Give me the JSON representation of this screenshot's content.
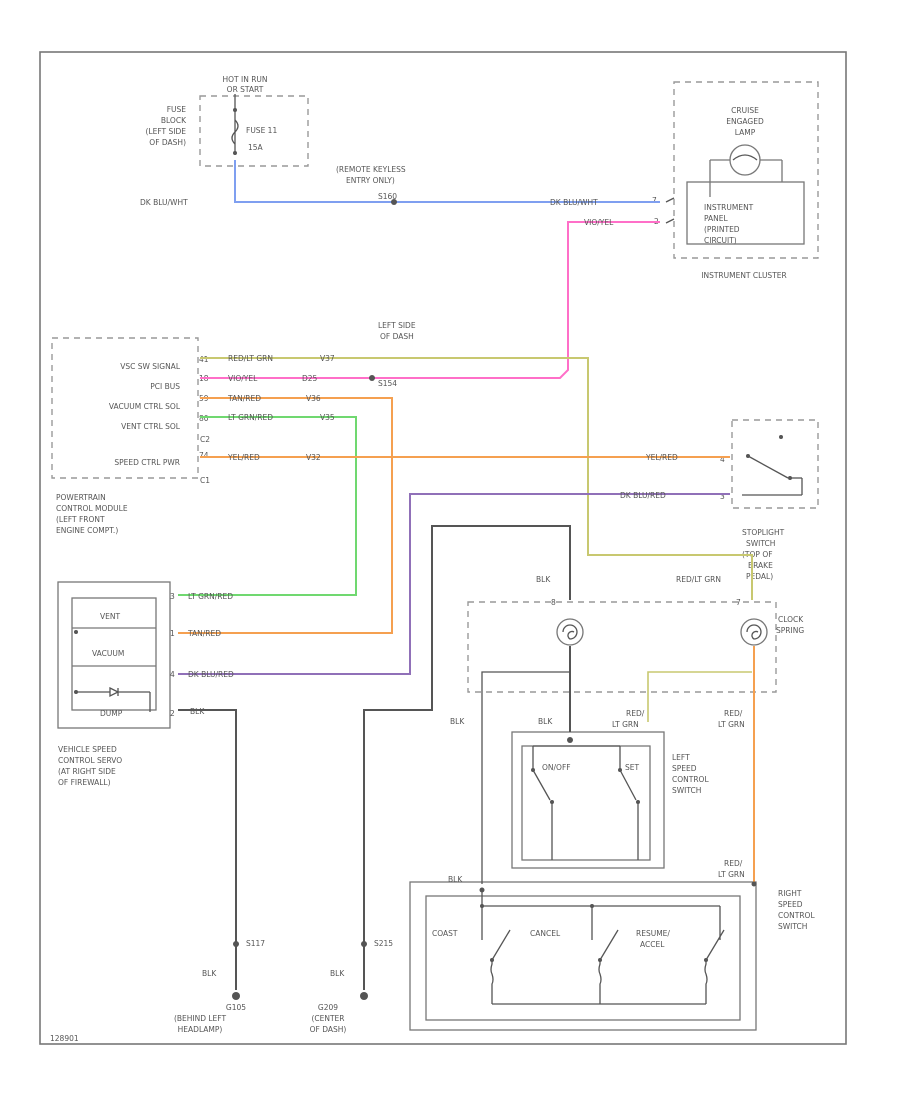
{
  "colors": {
    "frame": "#777777",
    "blue": "#7f9ff0",
    "pink": "#ff6fc8",
    "olive": "#c8c870",
    "orange": "#f5a050",
    "green": "#70d870",
    "purple": "#9070b8",
    "black": "#555555"
  },
  "fuse_block": {
    "header_1": "HOT IN RUN",
    "header_2": "OR START",
    "side_1": "FUSE",
    "side_2": "BLOCK",
    "side_3": "(LEFT SIDE",
    "side_4": "OF DASH)",
    "fuse_name": "FUSE 11",
    "fuse_amps": "15A"
  },
  "wires": {
    "dk_blu_wht_left": "DK BLU/WHT",
    "dk_blu_wht_right": "DK BLU/WHT",
    "vio_yel_top": "VIO/YEL",
    "rke_1": "(REMOTE KEYLESS",
    "rke_2": "ENTRY ONLY)",
    "rke_splice": "S160",
    "vss_wire": "RED/LT GRN",
    "pci_wire": "VIO/YEL",
    "vac_wire": "TAN/RED",
    "vent_wire": "LT GRN/RED",
    "spd_wire": "YEL/RED",
    "spd_wire_right": "YEL/RED",
    "dk_blu_red": "DK BLU/RED",
    "blk_top": "BLK",
    "red_lt_grn_top": "RED/LT GRN",
    "servo_vent": "LT GRN/RED",
    "servo_vac": "TAN/RED",
    "servo_dk": "DK BLU/RED",
    "servo_blk": "BLK",
    "blk_left_sw": "BLK",
    "blk_lsw_top": "BLK",
    "red_lsw_1": "RED/",
    "red_lsw_2": "LT GRN",
    "red_right_1": "RED/",
    "red_right_2": "LT GRN",
    "blk_rsw": "BLK",
    "red_rsw_1": "RED/",
    "red_rsw_2": "LT GRN",
    "blk_g_left": "BLK",
    "blk_g_center": "BLK"
  },
  "pcm": {
    "pins": {
      "p1": "41",
      "p2": "18",
      "p3": "59",
      "p4": "80",
      "p5": "C2",
      "p6": "74",
      "p7": "C1"
    },
    "signals": {
      "s1": "VSC SW SIGNAL",
      "s2": "PCI BUS",
      "s3": "VACUUM CTRL SOL",
      "s4": "VENT CTRL SOL",
      "s5": "SPEED CTRL PWR"
    },
    "conns": {
      "c1": "41",
      "c2": "18",
      "c3": "59",
      "c4": "80",
      "c5": "74"
    },
    "wires": {
      "w1": "RED/LT GRN",
      "w2": "VIO/YEL",
      "w3": "TAN/RED",
      "w4": "LT GRN/RED",
      "w5": "YEL/RED"
    },
    "ids": {
      "i1": "V37",
      "i2": "D25",
      "i3": "V36",
      "i4": "V35",
      "i5": "V32"
    },
    "label_1": "POWERTRAIN",
    "label_2": "CONTROL MODULE",
    "label_3": "(LEFT FRONT",
    "label_4": "ENGINE COMPT.)"
  },
  "splice": {
    "left_side_1": "LEFT SIDE",
    "left_side_2": "OF DASH",
    "id": "S154"
  },
  "cluster": {
    "lamp_1": "CRUISE",
    "lamp_2": "ENGAGED",
    "lamp_3": "LAMP",
    "pcb_1": "INSTRUMENT",
    "pcb_2": "PANEL",
    "pcb_3": "(PRINTED",
    "pcb_4": "CIRCUIT)",
    "label": "INSTRUMENT CLUSTER",
    "pin_a": "7",
    "pin_b": "2"
  },
  "stoplight": {
    "pin_a": "4",
    "pin_b": "3",
    "label_1": "STOPLIGHT",
    "label_2": "SWITCH",
    "label_3": "(TOP OF",
    "label_4": "BRAKE",
    "label_5": "PEDAL)"
  },
  "clockspring": {
    "pin_left": "8",
    "pin_right": "7",
    "label_1": "CLOCK",
    "label_2": "SPRING"
  },
  "servo": {
    "vent": "VENT",
    "vacuum": "VACUUM",
    "dump": "DUMP",
    "pin_1": "3",
    "pin_2": "1",
    "pin_3": "4",
    "pin_4": "2",
    "label_1": "VEHICLE SPEED",
    "label_2": "CONTROL SERVO",
    "label_3": "(AT RIGHT SIDE",
    "label_4": "OF FIREWALL)"
  },
  "left_switch": {
    "on_off": "ON/OFF",
    "set": "SET",
    "label_1": "LEFT",
    "label_2": "SPEED",
    "label_3": "CONTROL",
    "label_4": "SWITCH"
  },
  "right_switch": {
    "coast": "COAST",
    "cancel": "CANCEL",
    "resume_1": "RESUME/",
    "resume_2": "ACCEL",
    "label_1": "RIGHT",
    "label_2": "SPEED",
    "label_3": "CONTROL",
    "label_4": "SWITCH"
  },
  "grounds": {
    "s117": "S117",
    "s215": "S215",
    "g105": "G105",
    "g105_1": "(BEHIND LEFT",
    "g105_2": "HEADLAMP)",
    "g209": "G209",
    "g209_1": "(CENTER",
    "g209_2": "OF DASH)"
  },
  "footer": {
    "code": "128901"
  }
}
